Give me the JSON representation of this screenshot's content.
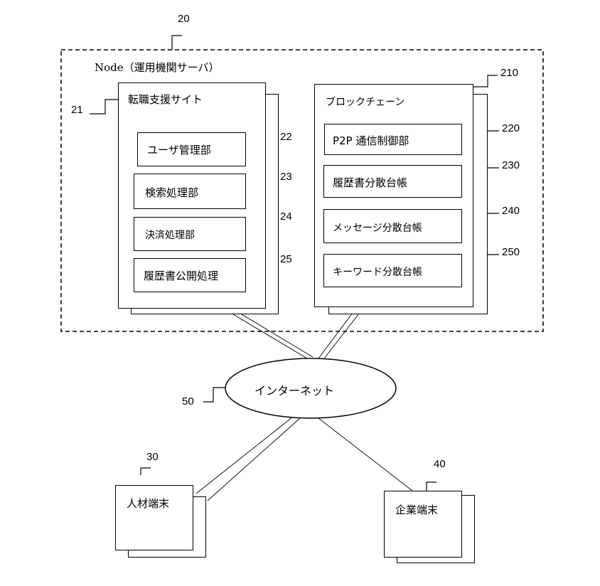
{
  "node": {
    "label": "Node（運用機関サーバ）",
    "ref": "20"
  },
  "site": {
    "title": "転職支援サイト",
    "ref": "21",
    "modules": [
      {
        "label": "ユーザ管理部",
        "ref": "22"
      },
      {
        "label": "検索処理部",
        "ref": "23"
      },
      {
        "label": "決済処理部",
        "ref": "24"
      },
      {
        "label": "履歴書公開処理",
        "ref": "25"
      }
    ]
  },
  "blockchain": {
    "title": "ブロックチェーン",
    "ref": "210",
    "modules": [
      {
        "label": "P2P 通信制御部",
        "ref": "220"
      },
      {
        "label": "履歴書分散台帳",
        "ref": "230"
      },
      {
        "label": "メッセージ分散台帳",
        "ref": "240"
      },
      {
        "label": "キーワード分散台帳",
        "ref": "250"
      }
    ]
  },
  "internet": {
    "label": "インターネット",
    "ref": "50"
  },
  "talent_terminal": {
    "label": "人材端末",
    "ref": "30"
  },
  "company_terminal": {
    "label": "企業端末",
    "ref": "40"
  }
}
